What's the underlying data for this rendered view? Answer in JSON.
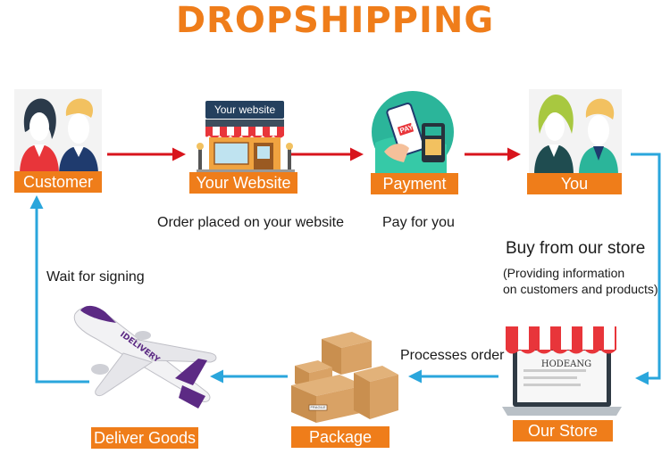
{
  "title": "DROPSHIPPING",
  "nodes": {
    "customer": "Customer",
    "website": "Your Website",
    "website_sign": "Your website",
    "payment": "Payment",
    "pay_tag": "PAY",
    "you": "You",
    "store": "Our Store",
    "store_brand": "HODEANG",
    "package": "Package",
    "package_fragile": "FRAGILE",
    "deliver": "Deliver Goods",
    "plane_text": "IDELIVERY"
  },
  "steps": {
    "order_placed": "Order placed on your website",
    "pay_for_you": "Pay for you",
    "buy_from_store": "Buy from our store",
    "providing_line1": "(Providing information",
    "providing_line2": "on customers and products)",
    "processes_order": "Processes order",
    "wait_for_signing": "Wait for signing"
  },
  "colors": {
    "accent": "#ef7d1a",
    "arrow_red": "#d8141c",
    "arrow_blue": "#2aa6dc"
  }
}
